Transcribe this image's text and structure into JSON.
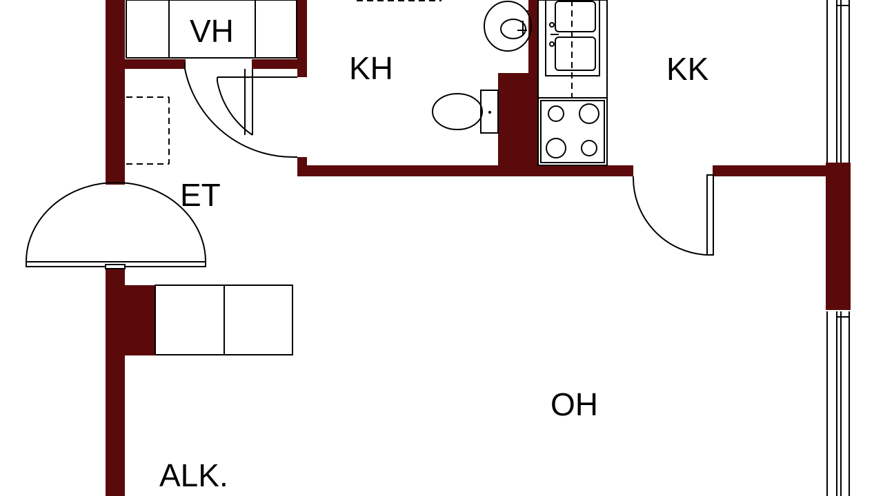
{
  "rooms": {
    "vh": "VH",
    "kh": "KH",
    "kk": "KK",
    "et": "ET",
    "oh": "OH",
    "alk": "ALK."
  },
  "colors": {
    "wall": "#5a0a0a",
    "line": "#000000",
    "background": "#ffffff"
  }
}
